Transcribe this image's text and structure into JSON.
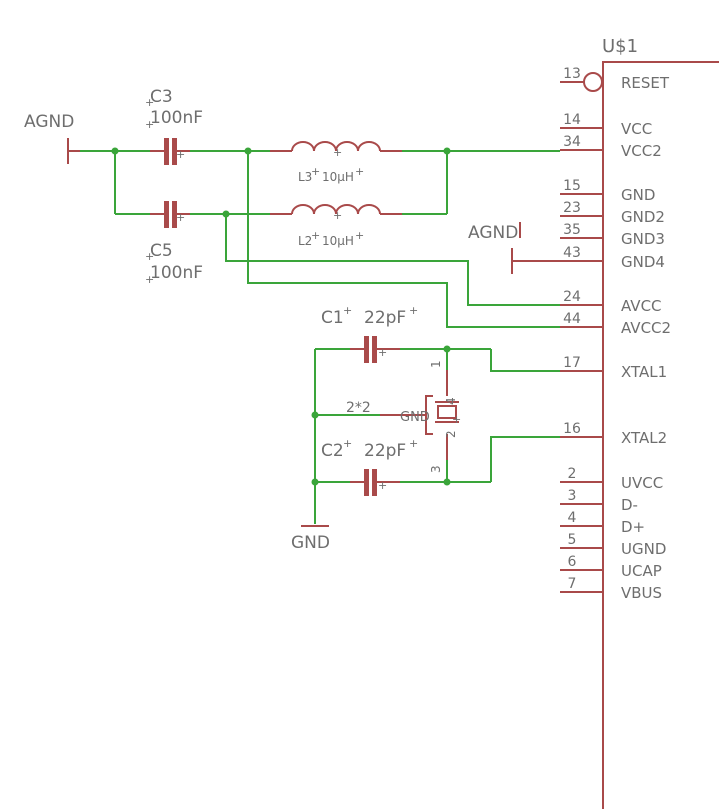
{
  "chip": {
    "name": "U$1",
    "pins": [
      {
        "number": "13",
        "label": "RESET",
        "inverted": true
      },
      {
        "number": "14",
        "label": "VCC"
      },
      {
        "number": "34",
        "label": "VCC2"
      },
      {
        "number": "15",
        "label": "GND"
      },
      {
        "number": "23",
        "label": "GND2"
      },
      {
        "number": "35",
        "label": "GND3"
      },
      {
        "number": "43",
        "label": "GND4"
      },
      {
        "number": "24",
        "label": "AVCC"
      },
      {
        "number": "44",
        "label": "AVCC2"
      },
      {
        "number": "17",
        "label": "XTAL1"
      },
      {
        "number": "16",
        "label": "XTAL2"
      },
      {
        "number": "2",
        "label": "UVCC"
      },
      {
        "number": "3",
        "label": "D-"
      },
      {
        "number": "4",
        "label": "D+"
      },
      {
        "number": "5",
        "label": "UGND"
      },
      {
        "number": "6",
        "label": "UCAP"
      },
      {
        "number": "7",
        "label": "VBUS"
      }
    ]
  },
  "supplies": {
    "agnd_left": "AGND",
    "agnd_right": "AGND",
    "gnd_bottom": "GND"
  },
  "capacitors": {
    "c3": {
      "name": "C3",
      "value": "100nF"
    },
    "c5": {
      "name": "C5",
      "value": "100nF"
    },
    "c1": {
      "name": "C1",
      "value": "22pF"
    },
    "c2": {
      "name": "C2",
      "value": "22pF"
    }
  },
  "inductors": {
    "l3": {
      "name": "L3",
      "value": "10µH"
    },
    "l2": {
      "name": "L2",
      "value": "10µH"
    }
  },
  "crystal": {
    "name": "2*2",
    "gnd_label": "GND",
    "pin1": "1",
    "pin2": "2",
    "pin3": "3",
    "pin4": "4"
  },
  "colors": {
    "part": "#a94a4a",
    "wire": "#3aa53a",
    "label": "#6e6e6e"
  }
}
